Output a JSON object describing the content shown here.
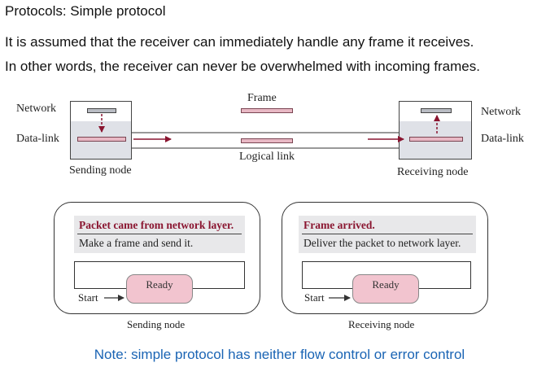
{
  "heading": "Protocols: Simple protocol",
  "paragraph_lines": [
    "It is assumed that the receiver can immediately handle any frame it receives.",
    "In other words, the receiver can never be overwhelmed with incoming frames."
  ],
  "top_diagram": {
    "frame_label": "Frame",
    "logical_link_label": "Logical link",
    "sender": {
      "network_label": "Network",
      "datalink_label": "Data-link",
      "node_label": "Sending node"
    },
    "receiver": {
      "network_label": "Network",
      "datalink_label": "Data-link",
      "node_label": "Receiving node"
    }
  },
  "fsm": {
    "sending": {
      "event": "Packet came from network layer.",
      "action": "Make a frame and send it.",
      "state": "Ready",
      "start_label": "Start",
      "caption": "Sending node"
    },
    "receiving": {
      "event": "Frame arrived.",
      "action": "Deliver the packet to network layer.",
      "state": "Ready",
      "start_label": "Start",
      "caption": "Receiving node"
    }
  },
  "note": "Note: simple protocol has neither flow control or error control",
  "colors": {
    "note_text": "#1a64b4",
    "event_text": "#8a1530",
    "frame_fill": "#e8b8c4",
    "node_lower_fill": "#dfe1e7",
    "arrow": "#8a1530"
  }
}
